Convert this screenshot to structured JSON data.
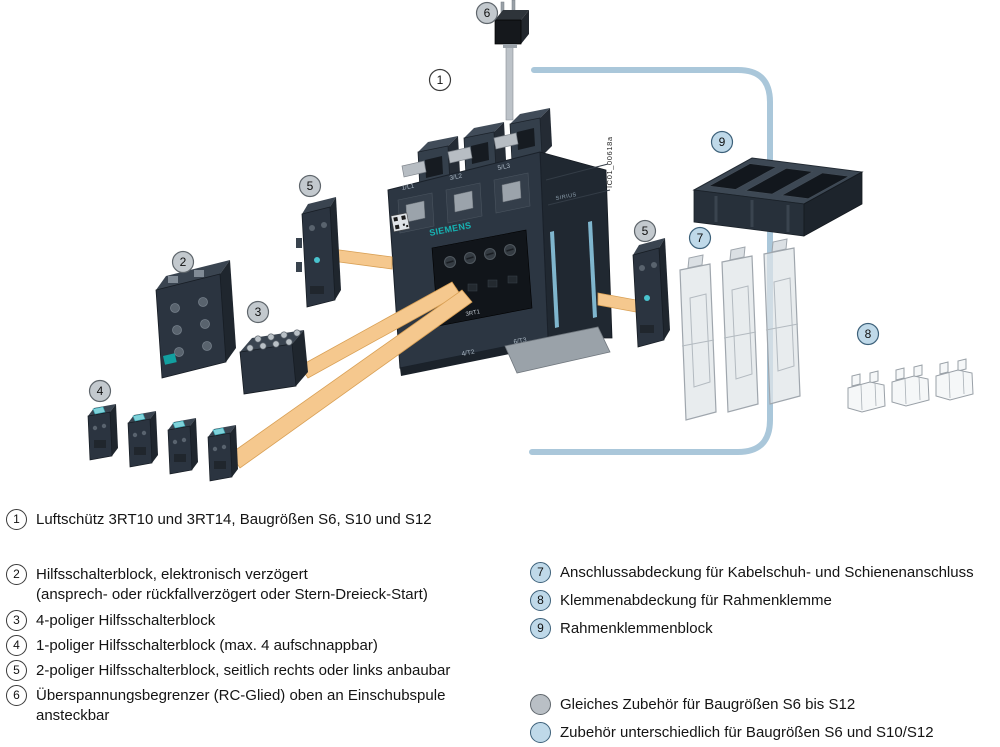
{
  "diagram": {
    "figure_code": "IC01_00618a",
    "brand": "SIEMENS",
    "series": "SIRIUS",
    "labels": {
      "pole1": "1/L1",
      "pole2": "3/L2",
      "pole3": "5/L3",
      "t2": "4/T2",
      "t3": "6/T3",
      "model": "3RT1"
    },
    "callouts": [
      {
        "label": "1",
        "type": "white"
      },
      {
        "label": "2",
        "type": "gray"
      },
      {
        "label": "3",
        "type": "gray"
      },
      {
        "label": "4",
        "type": "gray"
      },
      {
        "label": "5",
        "type": "gray"
      },
      {
        "label": "5",
        "type": "gray"
      },
      {
        "label": "6",
        "type": "gray"
      },
      {
        "label": "7",
        "type": "blue"
      },
      {
        "label": "8",
        "type": "blue"
      },
      {
        "label": "9",
        "type": "blue"
      }
    ]
  },
  "legend": {
    "left": [
      {
        "num": "1",
        "text": "Luftschütz 3RT10 und 3RT14, Baugrößen S6, S10 und S12"
      },
      {
        "num": "2",
        "text": "Hilfsschalterblock, elektronisch verzögert\n(ansprech- oder rückfallverzögert oder Stern-Dreieck-Start)"
      },
      {
        "num": "3",
        "text": "4-poliger Hilfsschalterblock"
      },
      {
        "num": "4",
        "text": "1-poliger Hilfsschalterblock (max. 4 aufschnappbar)"
      },
      {
        "num": "5",
        "text": "2-poliger Hilfsschalterblock, seitlich rechts oder links anbaubar"
      },
      {
        "num": "6",
        "text": "Überspannungsbegrenzer (RC-Glied) oben an Einschubspule\nansteckbar"
      }
    ],
    "right": [
      {
        "num": "7",
        "text": "Anschlussabdeckung für Kabelschuh- und Schienenanschluss"
      },
      {
        "num": "8",
        "text": "Klemmenabdeckung für Rahmenklemme"
      },
      {
        "num": "9",
        "text": "Rahmenklemmenblock"
      }
    ],
    "notes": [
      {
        "text": "Gleiches Zubehör für Baugrößen S6 bis S12"
      },
      {
        "text": "Zubehör unterschiedlich für Baugrößen S6 und S10/S12"
      }
    ]
  },
  "colors": {
    "body": "#2b3440",
    "teal": "#17b2b2",
    "ribbon": "#f5c88e",
    "bracket": "#aac7da",
    "callout_gray": "#c3c9ce",
    "callout_blue": "#bfd9e9",
    "note_gray": "#b9bfc5"
  }
}
